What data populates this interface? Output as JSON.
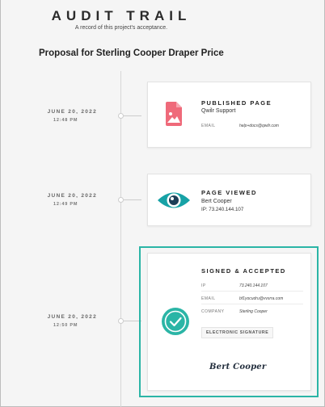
{
  "header": {
    "title": "AUDIT TRAIL",
    "subtitle": "A record of this project's acceptance."
  },
  "proposal": {
    "title": "Proposal for Sterling Cooper Draper Price"
  },
  "events": [
    {
      "date": "JUNE 20, 2022",
      "time": "12:48 PM",
      "card_title": "PUBLISHED PAGE",
      "line1": "Qwilr Support",
      "email_label": "EMAIL",
      "email_value": "help+docs@qwilr.com",
      "icon": "document-icon",
      "icon_color": "#ef6a7a"
    },
    {
      "date": "JUNE 20, 2022",
      "time": "12:49 PM",
      "card_title": "PAGE VIEWED",
      "line1": "Bert Cooper",
      "line2": "IP: 73.240.144.107",
      "icon": "eye-icon",
      "icon_color": "#17a2a6"
    },
    {
      "date": "JUNE 20, 2022",
      "time": "12:50 PM",
      "card_title": "SIGNED & ACCEPTED",
      "details": [
        {
          "key": "IP",
          "value": "73.240.144.107"
        },
        {
          "key": "EMAIL",
          "value": "bf1yocudru@vvsrra.com"
        },
        {
          "key": "COMPANY",
          "value": "Sterling Cooper"
        }
      ],
      "badge": "ELECTRONIC SIGNATURE",
      "signature": "Bert Cooper",
      "icon": "check-circle-icon",
      "icon_color": "#2bb5a6"
    }
  ]
}
